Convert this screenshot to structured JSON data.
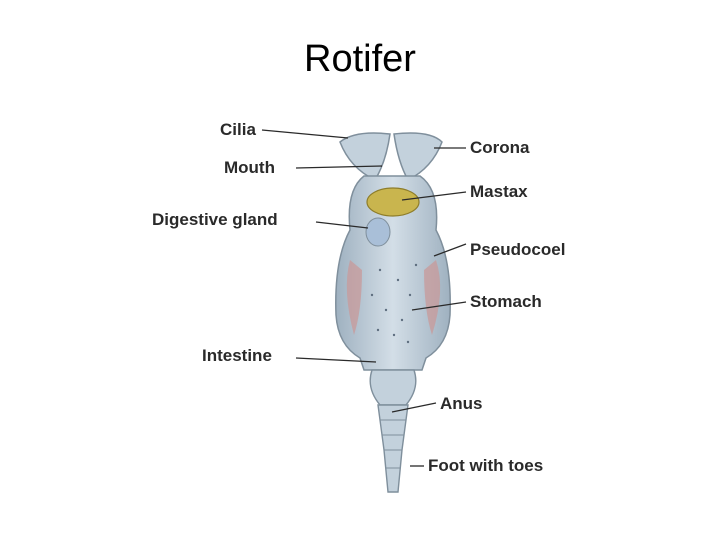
{
  "slide": {
    "title": "Rotifer"
  },
  "diagram": {
    "labels": {
      "cilia": "Cilia",
      "mouth": "Mouth",
      "digestive_gland": "Digestive gland",
      "intestine": "Intestine",
      "corona": "Corona",
      "mastax": "Mastax",
      "pseudocoel": "Pseudocoel",
      "stomach": "Stomach",
      "anus": "Anus",
      "foot": "Foot with toes"
    },
    "colors": {
      "body": "#b8c8d6",
      "body_outline": "#7f8f9c",
      "mastax": "#c9b54e",
      "muscle": "#c89a9a"
    }
  }
}
